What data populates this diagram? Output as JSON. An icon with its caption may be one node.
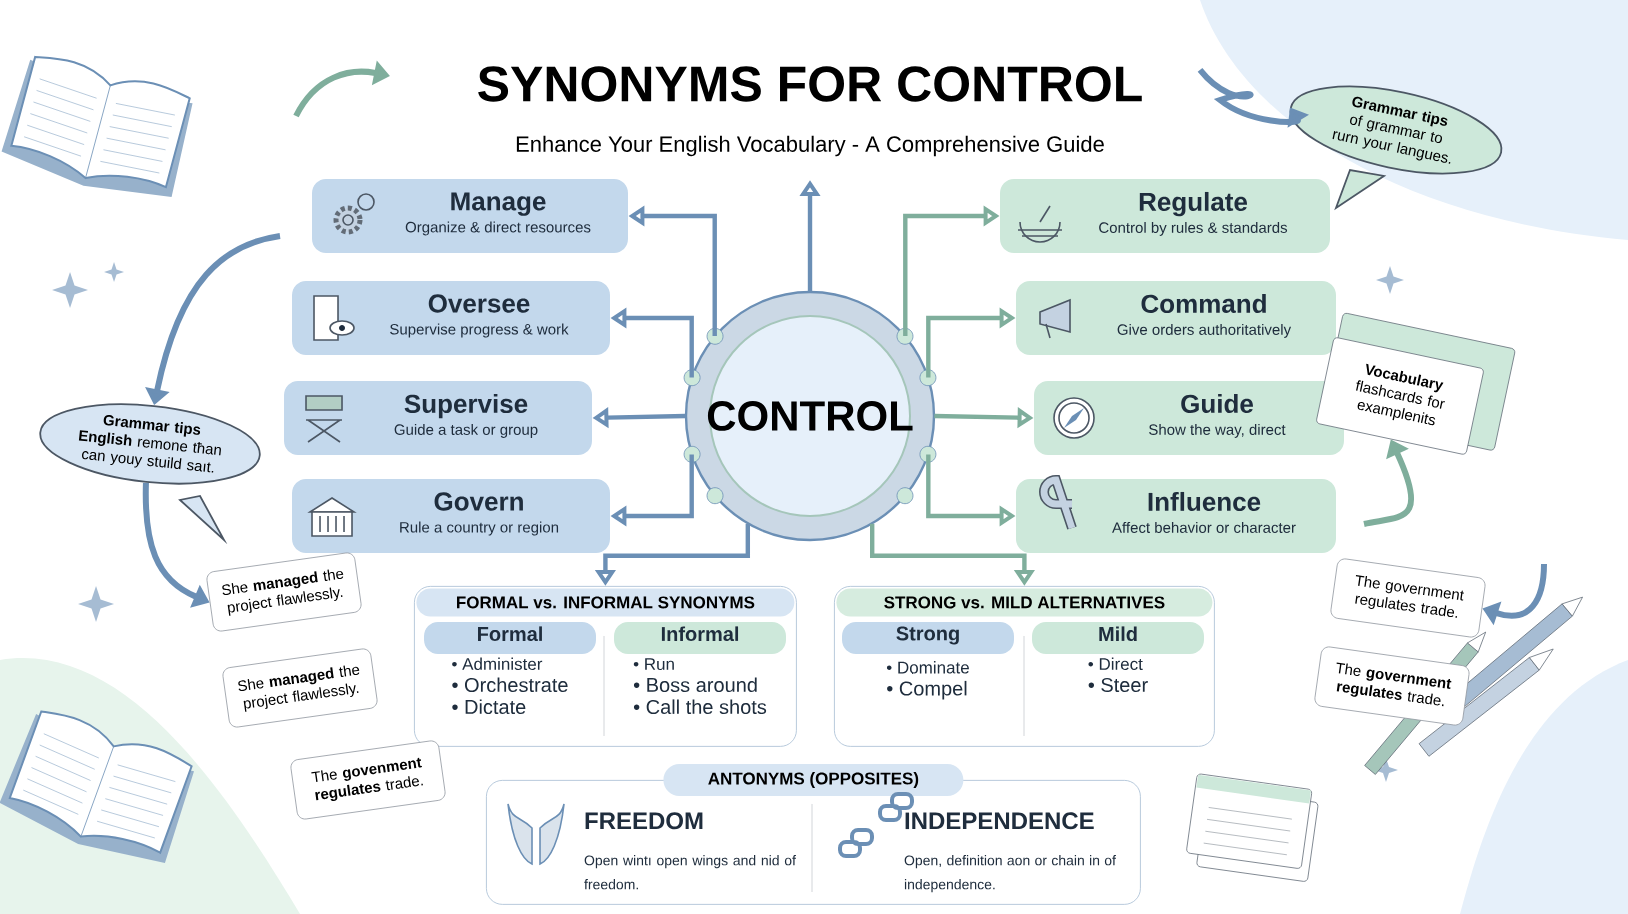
{
  "diagram": {
    "title": "SYNONYMS FOR CONTROL",
    "nodes": [
      {
        "text": [
          "CONTROL"
        ]
      },
      {
        "text": [
          "Manage",
          "Organize & direct resources"
        ]
      },
      {
        "text": [
          "Oversee",
          "Supervise progress & work"
        ]
      },
      {
        "text": [
          "Supervise",
          "Guide a task or group"
        ]
      },
      {
        "text": [
          "Govern",
          "Rule a country or region"
        ]
      },
      {
        "text": [
          "Regulate",
          "Control by rules & standards"
        ]
      },
      {
        "text": [
          "Command",
          "Give orders authoritatively"
        ]
      },
      {
        "text": [
          "Guide",
          "Show the way, direct"
        ]
      },
      {
        "text": [
          "Influence",
          "Affect behavior or character"
        ]
      },
      {
        "text": [
          "FORMAL vs. INFORMAL SYNONYMS"
        ]
      },
      {
        "text": [
          "Formal",
          "• Administer",
          "• Orchestrate",
          "• Dictate"
        ],
        "in": 9
      },
      {
        "text": [
          "Informal",
          "• Run",
          "• Boss around",
          "• Call the shots"
        ],
        "in": 9
      },
      {
        "text": [
          "STRONG vs. MILD ALTERNATIVES"
        ]
      },
      {
        "text": [
          "Strong",
          "• Dominate",
          "• Compel"
        ],
        "in": 12
      },
      {
        "text": [
          "Mild",
          "• Direct",
          "• Steer"
        ],
        "in": 12
      },
      {
        "text": [
          "ANTONYMS (OPPOSITES)"
        ]
      },
      {
        "text": [
          "FREEDOM",
          "Open wintı open wings and nid of freedom."
        ],
        "in": 15
      },
      {
        "text": [
          "INDEPENDENCE",
          "Open, definition aon or chain in of independence."
        ],
        "in": 15
      },
      {
        "text": [
          "**Grammar tips English** remone tħan can youy stuild saıt."
        ]
      },
      {
        "text": [
          "**Grammar tips** of grammar to rurn your langues."
        ]
      },
      {
        "text": [
          "**Vocabulary** flashcards for examplenits"
        ]
      },
      {
        "text": [
          "She **managed** the project flawlessly."
        ]
      },
      {
        "text": [
          "She **managed** the project flawlessly."
        ]
      },
      {
        "text": [
          "The **govenment regulates** trade."
        ]
      },
      {
        "text": [
          "The government regulates trade."
        ]
      },
      {
        "text": [
          "The **government regulates** trade."
        ]
      }
    ],
    "edges": [
      {
        "from": 0,
        "to": 1,
        "arrow": "to"
      },
      {
        "from": 0,
        "to": 2,
        "arrow": "to"
      },
      {
        "from": 0,
        "to": 3,
        "arrow": "to"
      },
      {
        "from": 0,
        "to": 4,
        "arrow": "to"
      },
      {
        "from": 0,
        "to": 5,
        "arrow": "to",
        "color": "#7fae9c"
      },
      {
        "from": 0,
        "to": 6,
        "arrow": "to",
        "color": "#7fae9c"
      },
      {
        "from": 0,
        "to": 7,
        "arrow": "to",
        "color": "#7fae9c"
      },
      {
        "from": 0,
        "to": 8,
        "arrow": "to",
        "color": "#7fae9c"
      },
      {
        "from": 0,
        "to": null,
        "arrow": "to"
      },
      {
        "from": 0,
        "to": 9,
        "arrow": "to"
      },
      {
        "from": 0,
        "to": 12,
        "arrow": "to",
        "color": "#7fae9c"
      },
      {
        "from": null,
        "to": 18,
        "arrow": "to"
      },
      {
        "from": 18,
        "to": 21,
        "arrow": "to"
      },
      {
        "from": null,
        "to": 19,
        "arrow": "to"
      },
      {
        "from": null,
        "to": 20,
        "arrow": "to",
        "color": "#7fae9c"
      },
      {
        "from": null,
        "to": 24,
        "arrow": "to"
      }
    ],
    "labels": [
      "Enhance Your English Vocabulary - A Comprehensive Guide"
    ]
  }
}
